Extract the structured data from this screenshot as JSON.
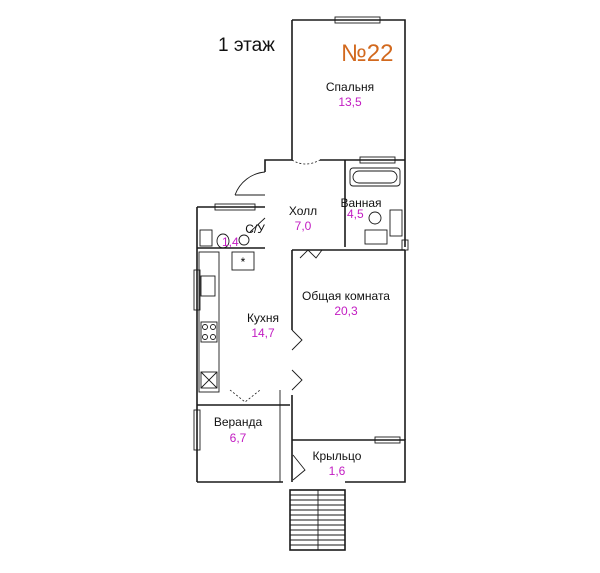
{
  "floor_label": "1 этаж",
  "apartment_number": "№22",
  "colors": {
    "area": "#c21cc2",
    "apartment_number": "#d2691e",
    "walls": "#1a1a1a"
  },
  "rooms": [
    {
      "name": "Спальня",
      "area": "13,5"
    },
    {
      "name": "Холл",
      "area": "7,0"
    },
    {
      "name": "Ванная",
      "area": "4,5"
    },
    {
      "name": "С/У",
      "area": "1,4"
    },
    {
      "name": "Кухня",
      "area": "14,7"
    },
    {
      "name": "Общая комната",
      "area": "20,3"
    },
    {
      "name": "Веранда",
      "area": "6,7"
    },
    {
      "name": "Крыльцо",
      "area": "1,6"
    }
  ]
}
